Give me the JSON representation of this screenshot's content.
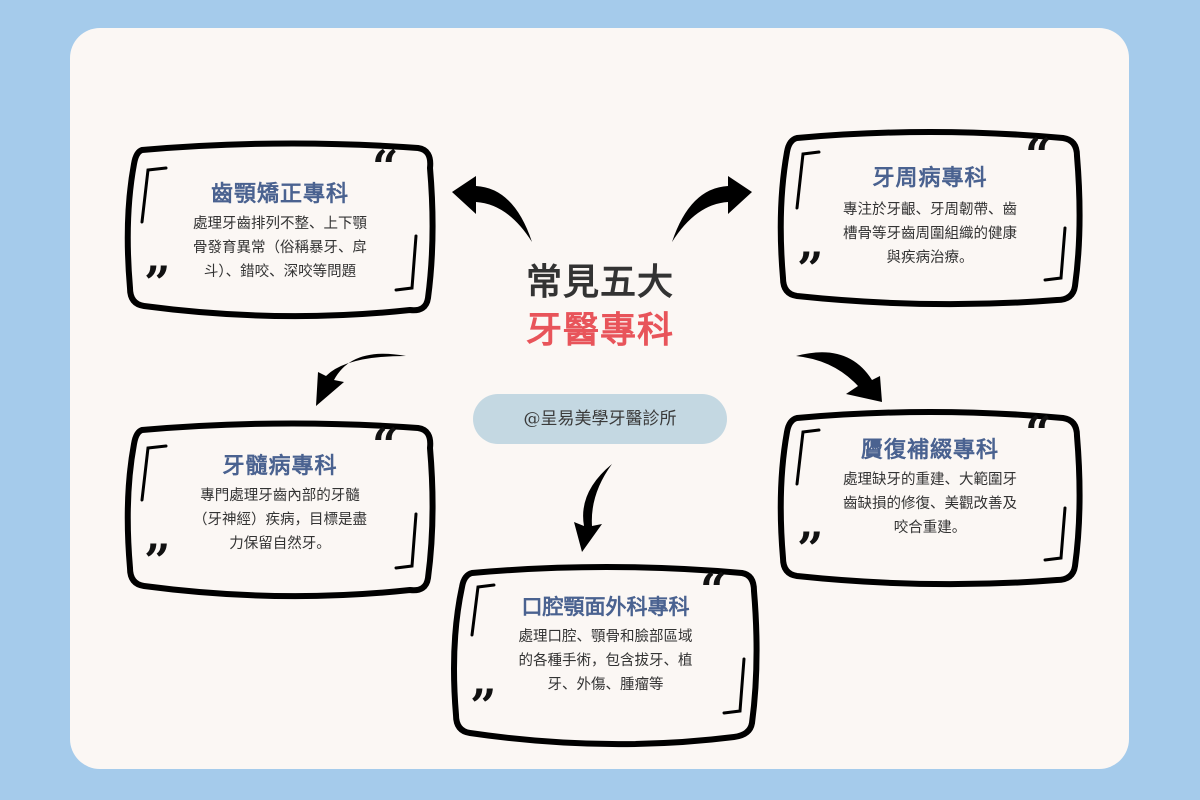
{
  "colors": {
    "background": "#a5cbeb",
    "panel": "#fbf7f4",
    "title_blue": "#4a6290",
    "accent_red": "#e8545a",
    "pill": "#c4d8e2",
    "text": "#333333"
  },
  "center": {
    "title_line1": "常見五大",
    "title_line2": "牙醫專科",
    "clinic": "@呈易美學牙醫診所"
  },
  "quotes": {
    "open": "“",
    "close": "”"
  },
  "specialties": [
    {
      "title": "齒顎矯正專科",
      "lines": [
        "處理牙齒排列不整、上下顎",
        "骨發育異常（俗稱暴牙、戽",
        "斗）、錯咬、深咬等問題"
      ]
    },
    {
      "title": "牙周病專科",
      "lines": [
        "專注於牙齦、牙周韌帶、齒",
        "槽骨等牙齒周圍組織的健康",
        "與疾病治療。"
      ]
    },
    {
      "title": "牙髓病專科",
      "lines": [
        "專門處理牙齒內部的牙髓",
        "（牙神經）疾病，目標是盡",
        "力保留自然牙。"
      ]
    },
    {
      "title": "贗復補綴專科",
      "lines": [
        "處理缺牙的重建、大範圍牙",
        "齒缺損的修復、美觀改善及",
        "咬合重建。"
      ]
    },
    {
      "title": "口腔顎面外科專科",
      "lines": [
        "處理口腔、顎骨和臉部區域",
        "的各種手術，包含拔牙、植",
        "牙、外傷、腫瘤等"
      ]
    }
  ],
  "icons": {
    "arrows": [
      "arrow-up-left-icon",
      "arrow-up-right-icon",
      "arrow-down-left-icon",
      "arrow-down-right-icon",
      "arrow-down-icon"
    ]
  }
}
